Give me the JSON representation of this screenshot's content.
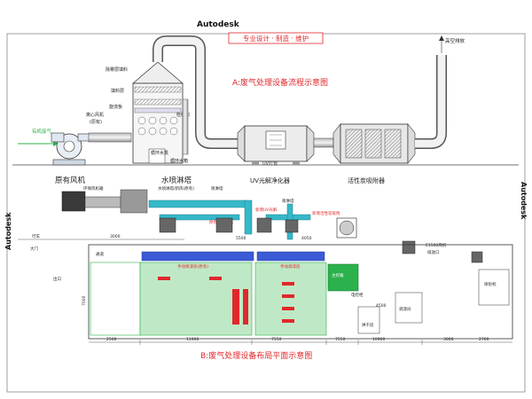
{
  "watermark": "Autodesk",
  "banner": "专业设计 · 制造 · 维护",
  "part_a": {
    "title": "A:废气处理设备流程示意图",
    "labels": {
      "packing_layer": "除雾层填料",
      "filler": "填料层",
      "fan": "离心风机",
      "fan_note": "(原有)",
      "spray": "旋流板",
      "check_port": "检修口",
      "waste_gas": "有机废气",
      "pump": "循环水泵",
      "tank": "循环水箱",
      "uv_unit": "UV灯管",
      "exhaust": "高空排放"
    },
    "captions": {
      "existing_fan": "原有风机",
      "spray_tower": "水喷淋塔",
      "uv": "UV光解净化器",
      "carbon": "活性炭吸附器"
    }
  },
  "part_b": {
    "title": "B:废气处理设备布局平面示意图",
    "labels": {
      "left_unit": "环保风机箱",
      "top_note": "水喷淋塔/新风(原有)",
      "spray_label": "喷淋塔",
      "fan_note": "原有离心风机",
      "uv_label": "新增UV光解",
      "spray_label2": "喷淋塔",
      "carbon_label": "新增活性炭吸附",
      "box_label": "主控箱",
      "hood1": "手动喷漆房(原有)",
      "hood2": "手动调漆房",
      "drying": "烘干房",
      "door": "大门",
      "road": "行车",
      "outlet": "出口",
      "right_room": "喷砂机",
      "fan_note2": "E1500风机",
      "fan_note3": "排放口",
      "mixing": "调漆间",
      "cabinet": "电控柜",
      "walkway": "通道"
    },
    "dims": {
      "d1": "3000",
      "d2": "11900",
      "d3": "7550",
      "d4": "7550",
      "d5": "10900",
      "d6": "2500",
      "d7": "4500",
      "d8": "3000",
      "d9": "7000",
      "d10": "5500",
      "d11": "4050",
      "d12": "2700"
    }
  },
  "colors": {
    "pipe": "#555555",
    "title_red": "#e0282d",
    "green": "#2bb24c",
    "blue": "#3b5bd6",
    "cyan": "#35b8c8"
  }
}
